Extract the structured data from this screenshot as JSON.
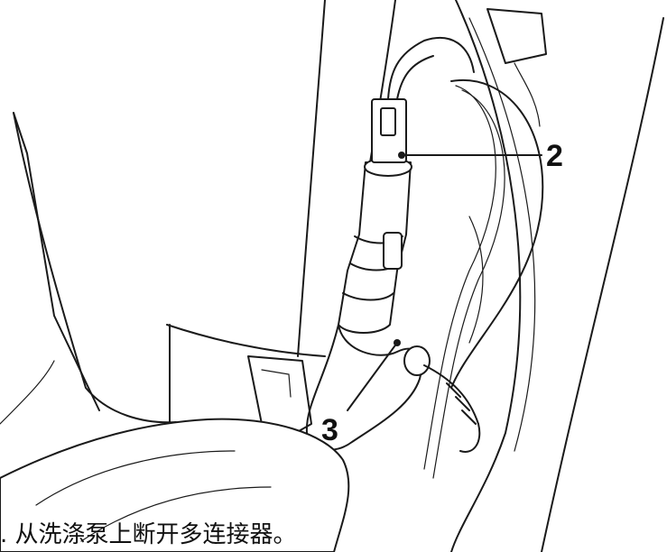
{
  "callouts": [
    {
      "id": "2",
      "label": "2"
    },
    {
      "id": "3",
      "label": "3"
    }
  ],
  "caption": ". 从洗涤泵上断开多连接器。",
  "colors": {
    "ink": "#1a1a1a",
    "background": "#ffffff"
  }
}
